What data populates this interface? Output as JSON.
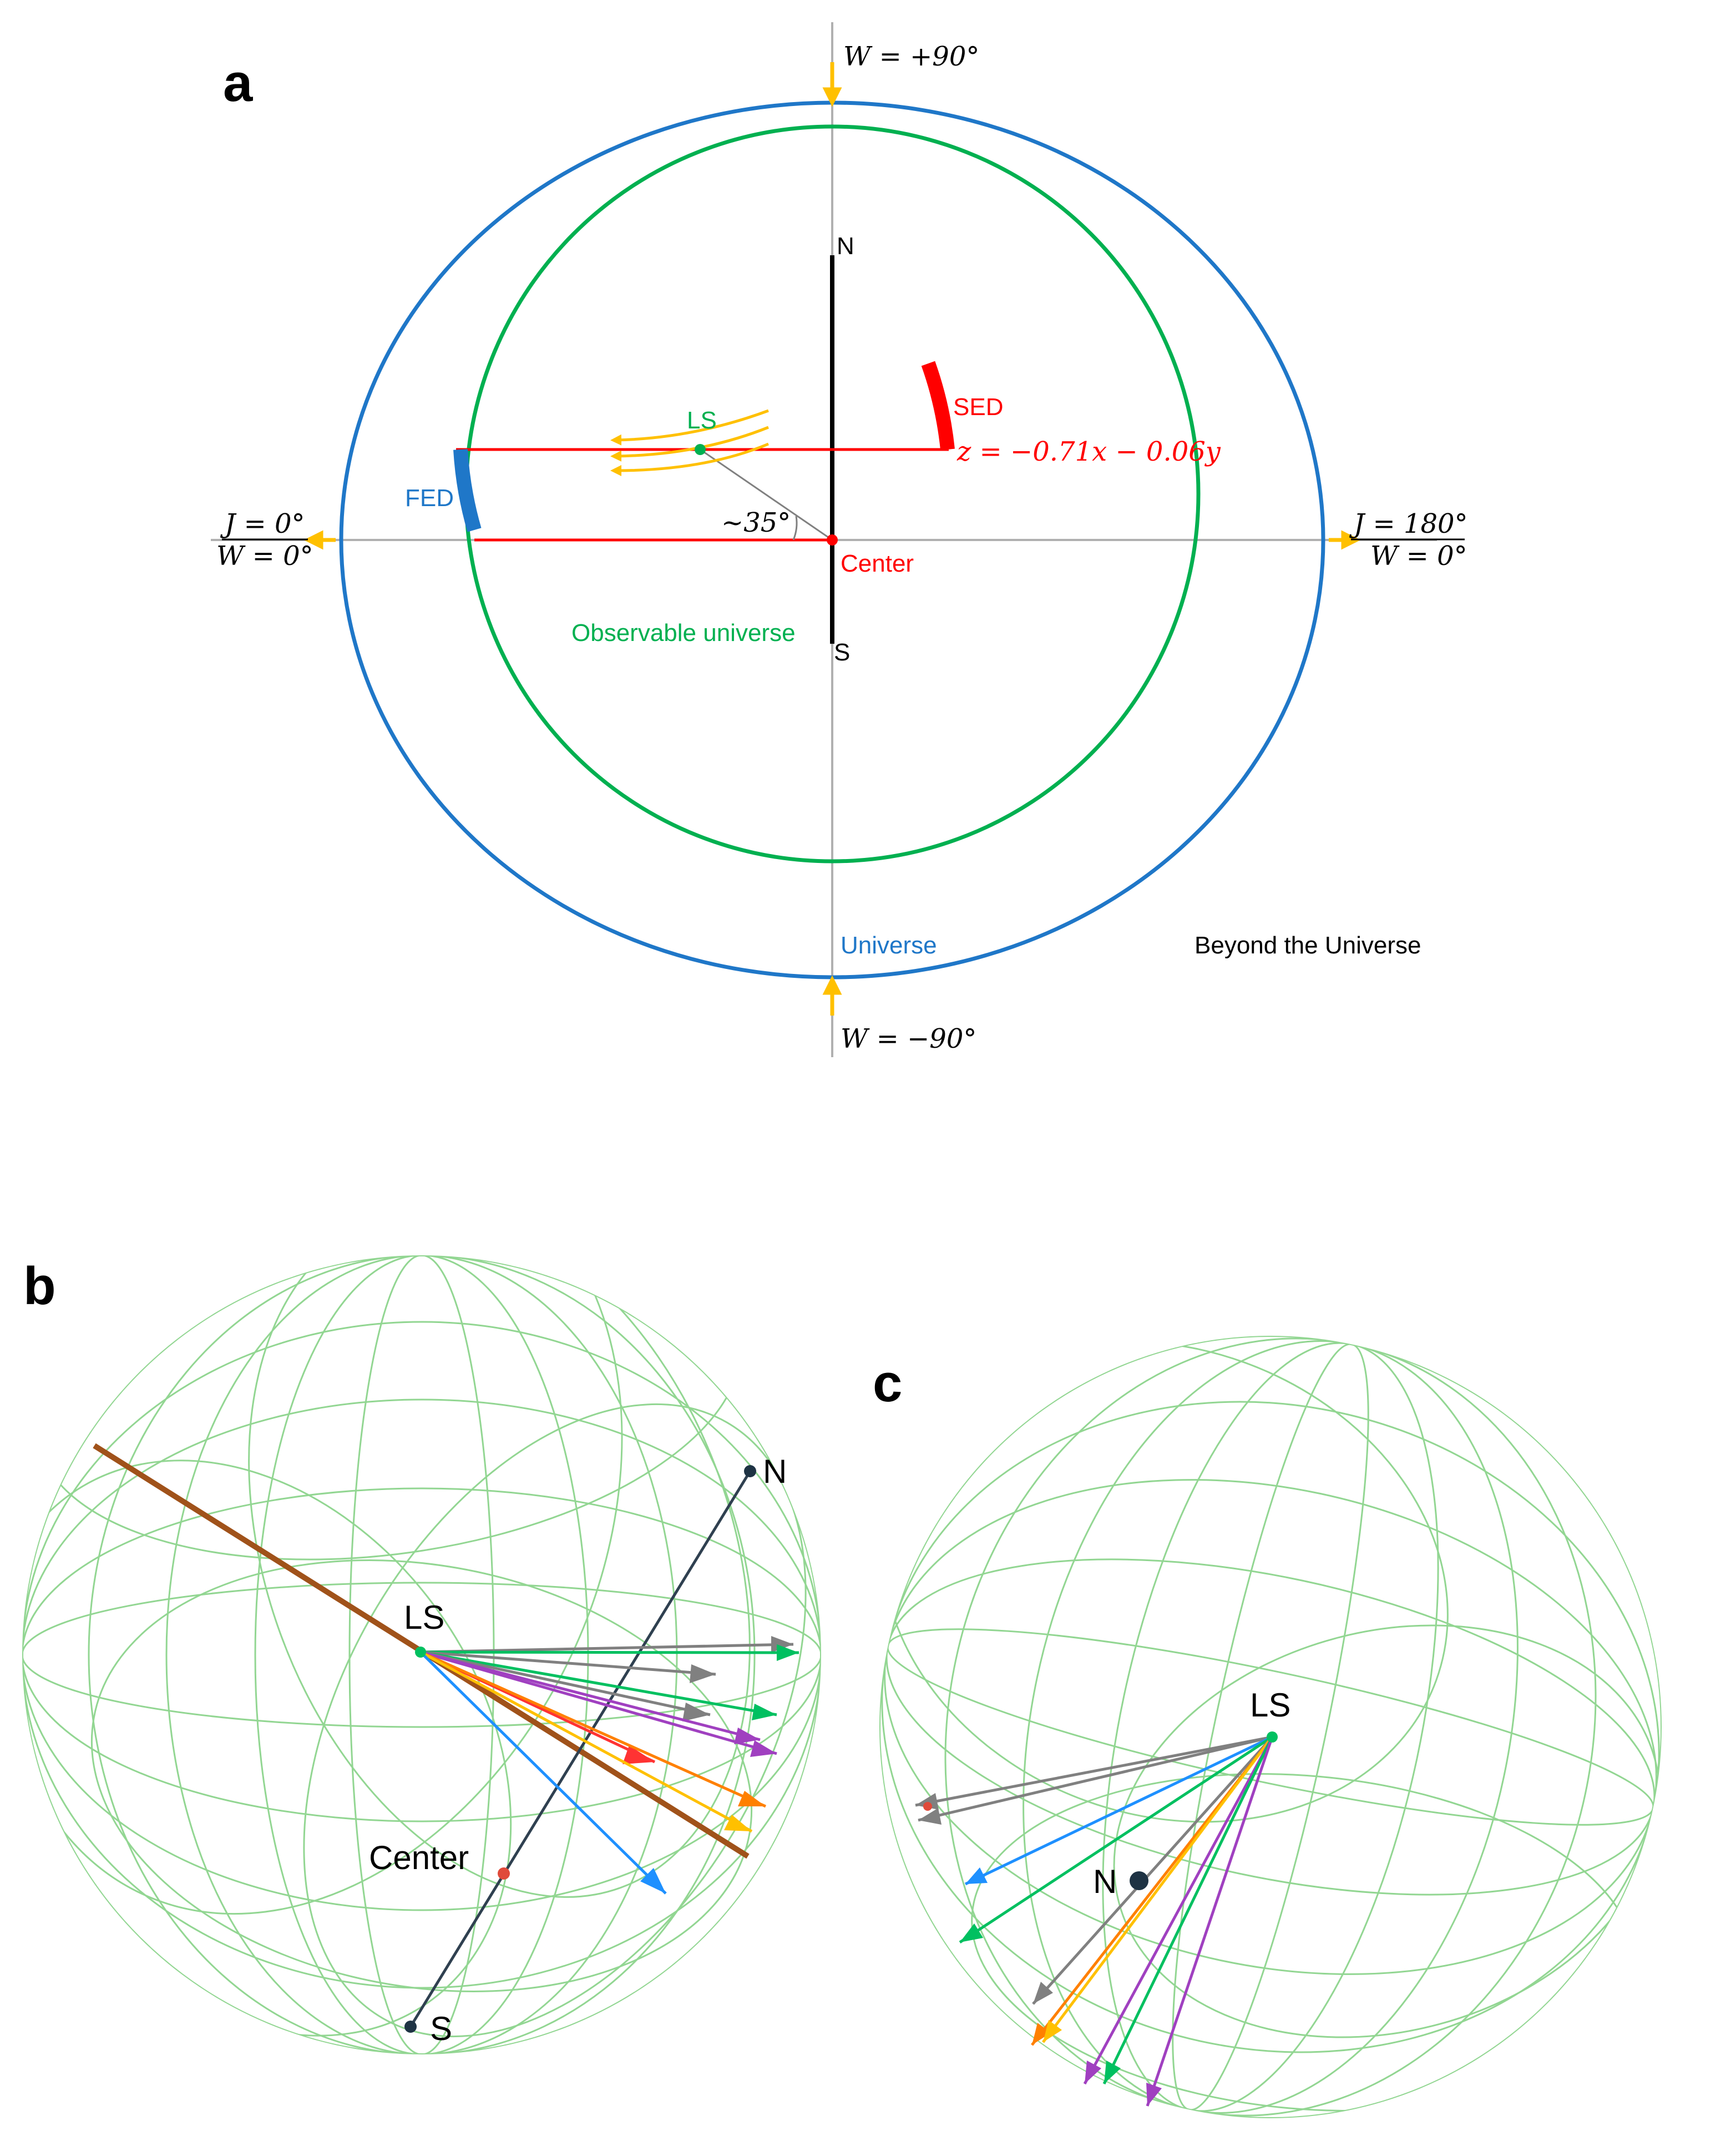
{
  "panel_a": {
    "letter": "a",
    "top_label": "W = +90°",
    "bottom_label": "W = −90°",
    "left_label_top": "J = 0°",
    "left_label_bottom": "W = 0°",
    "right_label_top": "J = 180°",
    "right_label_bottom": "W = 0°",
    "north": "N",
    "south": "S",
    "ls": "LS",
    "sed": "SED",
    "fed": "FED",
    "equation": "z = −0.71x − 0.06y",
    "angle": "~35°",
    "center": "Center",
    "observable": "Observable universe",
    "universe": "Universe",
    "beyond": "Beyond the Universe"
  },
  "panel_b": {
    "letter": "b",
    "ls": "LS",
    "north": "N",
    "south": "S",
    "center": "Center"
  },
  "panel_c": {
    "letter": "c",
    "ls": "LS",
    "north": "N"
  },
  "colors": {
    "universe": "#1f77c8",
    "observable": "#00b050",
    "red": "#ff0000",
    "orange_arrow": "#ffc000",
    "black": "#000000",
    "grid": "#7fcf7f",
    "purple": "#a040c0",
    "gray": "#808080",
    "brown": "#a0521a",
    "blue": "#1e90ff"
  }
}
